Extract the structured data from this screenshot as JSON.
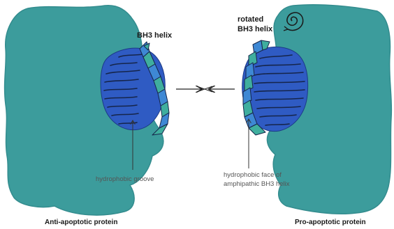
{
  "labels": {
    "left_helix": "BH3 helix",
    "right_helix_line1": "rotated",
    "right_helix_line2": "BH3 helix",
    "groove": "hydrophobic groove",
    "face_line1": "hydrophobic face of",
    "face_line2": "amphipathic BH3 helix",
    "left_caption": "Anti-apoptotic protein",
    "right_caption": "Pro-apoptotic protein"
  },
  "colors": {
    "protein_body": "#3c9c9c",
    "protein_edge": "#338c8e",
    "domain_fill": "#2f5bc3",
    "domain_stripe": "#16254a",
    "helix_face_blue": "#3e88d4",
    "helix_face_teal": "#3fae9e",
    "helix_edge": "#16254a",
    "arrow": "#222222",
    "background": "#ffffff"
  },
  "icons": {
    "rotation": "spiral-rotation-icon",
    "interaction": "double-arrow-icon"
  }
}
